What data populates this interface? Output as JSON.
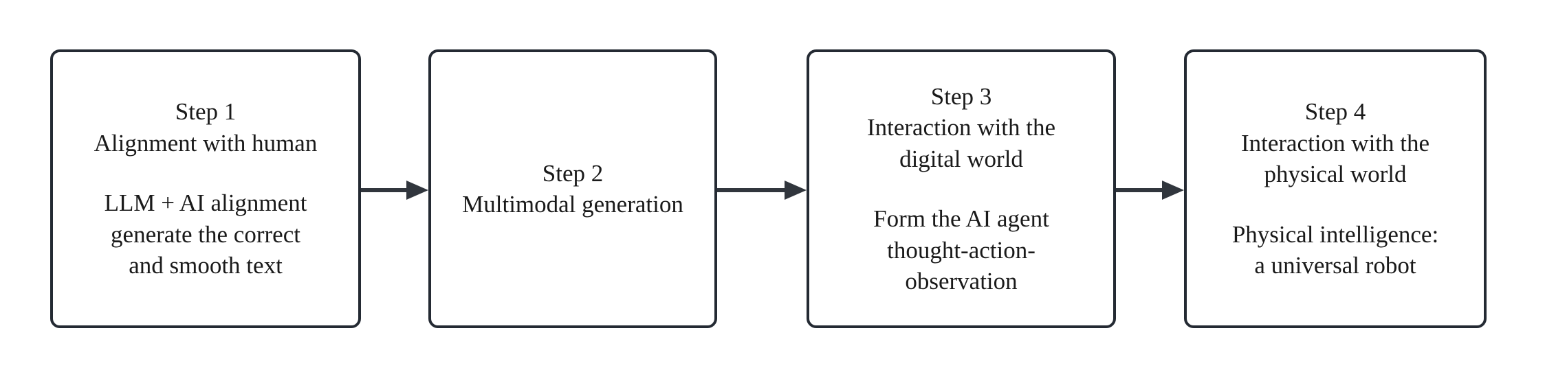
{
  "diagram": {
    "title": "Four-step AI capability progression flowchart",
    "background_color": "#ffffff",
    "box_border_color": "#242a33",
    "text_color": "#1a1a1a",
    "arrow_color": "#31363d",
    "flow_direction": "left-to-right",
    "steps": [
      {
        "id": "step-1",
        "heading_line_1": "Step 1",
        "heading_line_2": "Alignment with human",
        "body_line_1": "LLM + AI alignment",
        "body_line_2": "generate the correct",
        "body_line_3": "and smooth text"
      },
      {
        "id": "step-2",
        "heading_line_1": "Step 2",
        "heading_line_2": "Multimodal generation",
        "body_line_1": "",
        "body_line_2": "",
        "body_line_3": ""
      },
      {
        "id": "step-3",
        "heading_line_1": "Step 3",
        "heading_line_2": "Interaction with the",
        "heading_line_3": "digital world",
        "body_line_1": "Form the AI agent",
        "body_line_2": "thought-action-",
        "body_line_3": "observation"
      },
      {
        "id": "step-4",
        "heading_line_1": "Step 4",
        "heading_line_2": "Interaction with the",
        "heading_line_3": "physical world",
        "body_line_1": "Physical intelligence:",
        "body_line_2": "a universal robot",
        "body_line_3": ""
      }
    ],
    "connectors": [
      {
        "id": "arrow-1-to-2",
        "from": "step-1",
        "to": "step-2",
        "glyph": "arrow-right-icon"
      },
      {
        "id": "arrow-2-to-3",
        "from": "step-2",
        "to": "step-3",
        "glyph": "arrow-right-icon"
      },
      {
        "id": "arrow-3-to-4",
        "from": "step-3",
        "to": "step-4",
        "glyph": "arrow-right-icon"
      }
    ]
  }
}
